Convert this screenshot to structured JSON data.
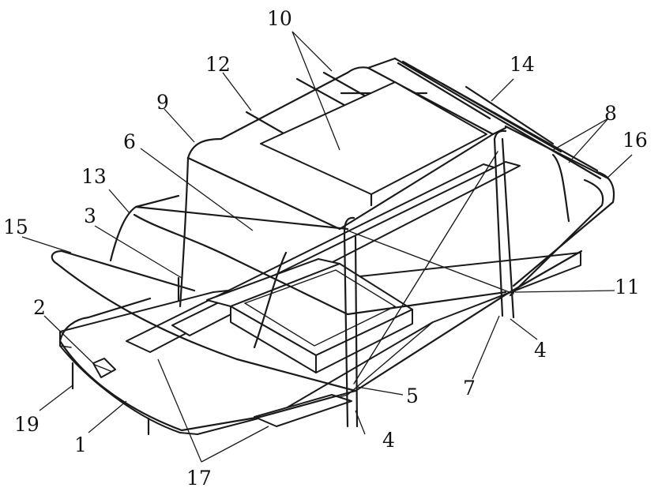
{
  "callouts": [
    {
      "id": "c1",
      "text": "1"
    },
    {
      "id": "c2",
      "text": "2"
    },
    {
      "id": "c3",
      "text": "3"
    },
    {
      "id": "c4a",
      "text": "4"
    },
    {
      "id": "c4b",
      "text": "4"
    },
    {
      "id": "c5",
      "text": "5"
    },
    {
      "id": "c6",
      "text": "6"
    },
    {
      "id": "c7",
      "text": "7"
    },
    {
      "id": "c8",
      "text": "8"
    },
    {
      "id": "c9",
      "text": "9"
    },
    {
      "id": "c10",
      "text": "10"
    },
    {
      "id": "c11",
      "text": "11"
    },
    {
      "id": "c12",
      "text": "12"
    },
    {
      "id": "c13",
      "text": "13"
    },
    {
      "id": "c14",
      "text": "14"
    },
    {
      "id": "c15",
      "text": "15"
    },
    {
      "id": "c16",
      "text": "16"
    },
    {
      "id": "c17",
      "text": "17"
    },
    {
      "id": "c19",
      "text": "19"
    }
  ],
  "colors": {
    "ink": "#1a1a1a",
    "paper": "#ffffff"
  }
}
